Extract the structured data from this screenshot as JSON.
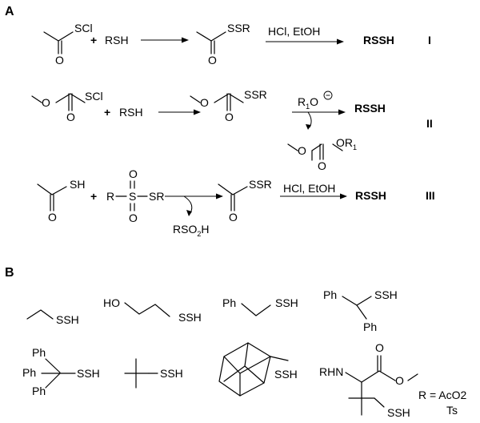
{
  "panel_a": {
    "label": "A",
    "row1": {
      "reagent": "SCl",
      "plus": "+",
      "rsh": "RSH",
      "intermediate": "SSR",
      "carbonyl_o": "O",
      "conditions": "HCl, EtOH",
      "product": "RSSH",
      "roman": "I"
    },
    "row2": {
      "reagent": "SCl",
      "plus": "+",
      "rsh": "RSH",
      "intermediate": "SSR",
      "carbonyl_o": "O",
      "reagent_over_arrow": "R1O⊖",
      "byproduct": "OR1",
      "product": "RSSH",
      "roman": "II"
    },
    "row3": {
      "reagent": "SH",
      "plus": "+",
      "thiosulfonate_r": "R",
      "thiosulfonate_s": "S",
      "thiosulfonate_sr": "SR",
      "thiosulfonate_o": "O",
      "byproduct": "RSO2H",
      "intermediate": "SSR",
      "carbonyl_o": "O",
      "conditions": "HCl, EtOH",
      "product": "RSSH",
      "roman": "III"
    }
  },
  "panel_b": {
    "label": "B",
    "ssh": "SSH",
    "ho": "HO",
    "ph": "Ph",
    "rhn": "RHN",
    "ester_o": "O",
    "r_def": "R = AcO2",
    "r_alt": "Ts"
  }
}
